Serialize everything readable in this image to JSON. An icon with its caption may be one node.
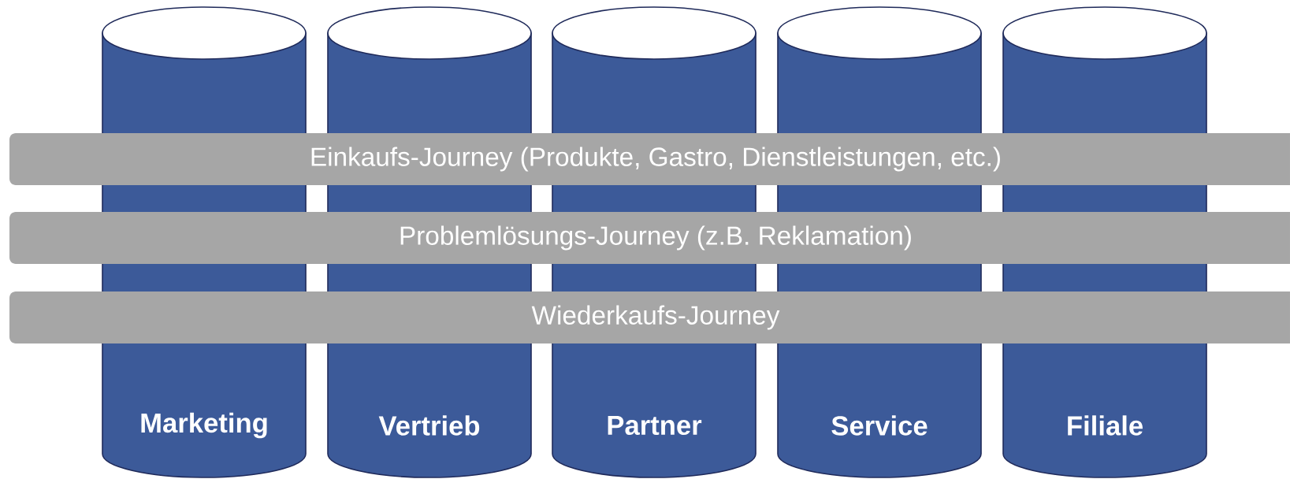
{
  "diagram": {
    "nodes": [
      {
        "text": [
          "Marketing"
        ]
      },
      {
        "text": [
          "Vertrieb"
        ]
      },
      {
        "text": [
          "Partner"
        ]
      },
      {
        "text": [
          "Service"
        ]
      },
      {
        "text": [
          "Filiale"
        ]
      },
      {
        "text": [
          "Einkaufs-Journey (Produkte, Gastro, Dienstleistungen, etc.)"
        ]
      },
      {
        "text": [
          "Problemlösungs-Journey (z.B. Reklamation)"
        ]
      },
      {
        "text": [
          "Wiederkaufs-Journey"
        ]
      }
    ]
  }
}
